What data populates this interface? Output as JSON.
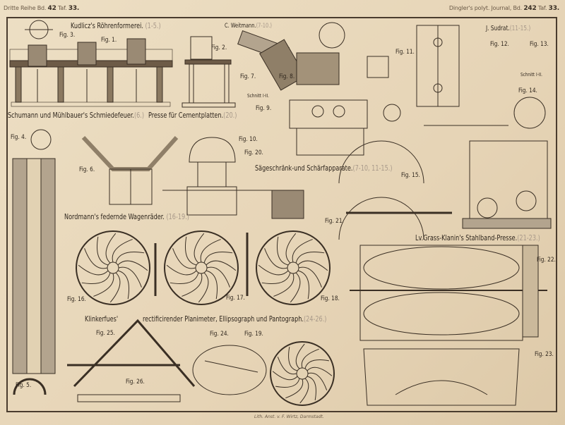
{
  "header": {
    "left_prefix": "Dritte Reihe Bd.",
    "left_volume": "42",
    "left_plate_prefix": "Taf.",
    "left_plate": "33.",
    "right_prefix": "Dingler's polyt. Journal, Bd.",
    "right_volume": "242",
    "right_plate_prefix": "Taf.",
    "right_plate": "33."
  },
  "sections": [
    {
      "title": "Kudlicz's Röhrenformerei.",
      "range": "(1-5.)"
    },
    {
      "title": "C. Weitmann.",
      "range": "(7-10.)"
    },
    {
      "title": "J. Sudrat.",
      "range": "(11-15.)"
    },
    {
      "title": "Schumann und Mühlbauer's Schmiedefeuer.",
      "range": "(6.)"
    },
    {
      "title": "Presse für Cementplatten.",
      "range": "(20.)"
    },
    {
      "title": "Sägeschränk-und Schärfapparate.",
      "range": "(7-10, 11-15.)"
    },
    {
      "title": "Nordmann's federnde Wagenräder.",
      "range": "(16-19.)"
    },
    {
      "title": "Lv.Grass-Klanin's Stahlband-Presse.",
      "range": "(21-23.)"
    },
    {
      "title": "Klinkerfues'",
      "range": ""
    },
    {
      "title": "rectificirender Planimeter, Ellipsograph und Pantograph.",
      "range": "(24-26.)"
    }
  ],
  "figures": [
    "Fig. 1.",
    "Fig. 2.",
    "Fig. 3.",
    "Fig. 4.",
    "Fig. 5.",
    "Fig. 6.",
    "Fig. 7.",
    "Fig. 8.",
    "Fig. 9.",
    "Fig. 10.",
    "Fig. 11.",
    "Fig. 12.",
    "Fig. 13.",
    "Fig. 14.",
    "Fig. 15.",
    "Fig. 16.",
    "Fig. 17.",
    "Fig. 18.",
    "Fig. 19.",
    "Fig. 20.",
    "Fig. 21.",
    "Fig. 22.",
    "Fig. 23.",
    "Fig. 24.",
    "Fig. 25.",
    "Fig. 26."
  ],
  "section_labels": [
    "Schnitt I-II.",
    "Schnitt I-II."
  ],
  "footer": "Lith. Anst. v. F. Wirtz, Darmstadt.",
  "colors": {
    "paper": "#e9d9bd",
    "ink": "#3a2f24",
    "range": "#a8998a"
  }
}
